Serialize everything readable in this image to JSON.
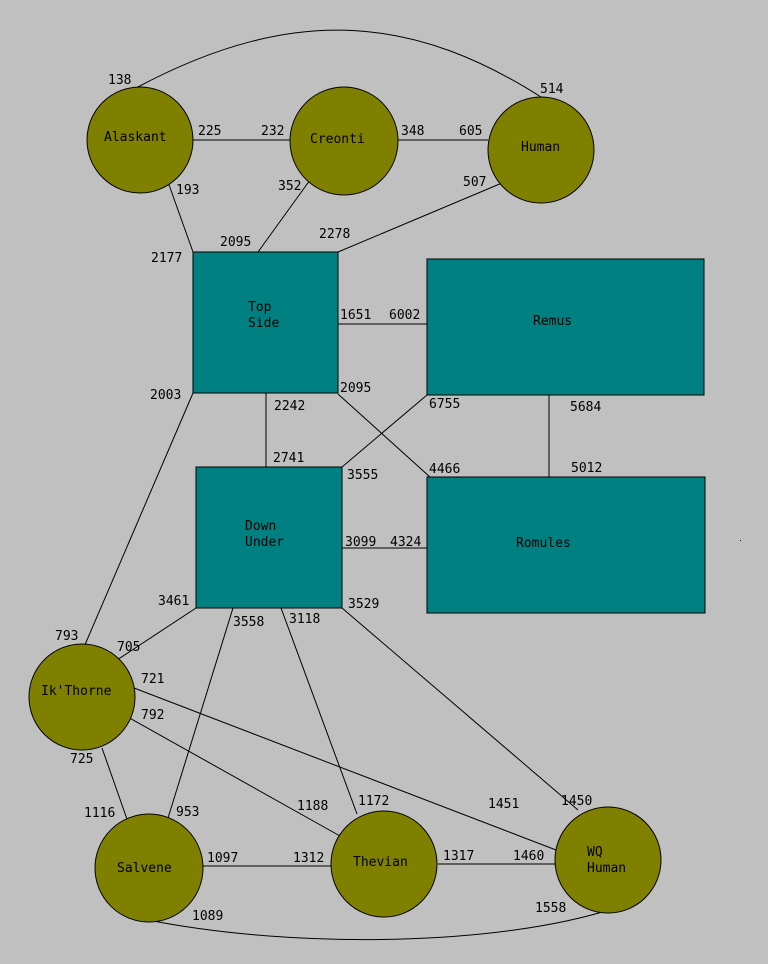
{
  "colors": {
    "background": "#c0c0c0",
    "circle_fill": "#808000",
    "rect_fill": "#008080",
    "line": "#000000"
  },
  "nodes": {
    "alaskant": "Alaskant",
    "creonti": "Creonti",
    "human": "Human",
    "topside": [
      "Top",
      "Side"
    ],
    "remus": "Remus",
    "downunder": [
      "Down",
      "Under"
    ],
    "romules": "Romules",
    "ikthorne": "Ik'Thorne",
    "salvene": "Salvene",
    "thevian": "Thevian",
    "wqhuman": [
      "WQ",
      "Human"
    ]
  },
  "edges": [
    {
      "id": "alaskant-human",
      "from": "Alaskant",
      "to": "Human",
      "labels": [
        "138",
        "514"
      ]
    },
    {
      "id": "alaskant-creonti",
      "from": "Alaskant",
      "to": "Creonti",
      "labels": [
        "225",
        "232"
      ]
    },
    {
      "id": "creonti-human",
      "from": "Creonti",
      "to": "Human",
      "labels": [
        "348",
        "605"
      ]
    },
    {
      "id": "alaskant-topside",
      "from": "Alaskant",
      "to": "Top Side",
      "labels": [
        "193",
        "2177"
      ]
    },
    {
      "id": "creonti-topside",
      "from": "Creonti",
      "to": "Top Side",
      "labels": [
        "352",
        "2095"
      ]
    },
    {
      "id": "human-topside",
      "from": "Human",
      "to": "Top Side",
      "labels": [
        "507",
        "2278"
      ]
    },
    {
      "id": "topside-remus",
      "from": "Top Side",
      "to": "Remus",
      "labels": [
        "1651",
        "6002"
      ]
    },
    {
      "id": "topside-romules",
      "from": "Top Side",
      "to": "Romules",
      "labels": [
        "2095",
        "4466"
      ]
    },
    {
      "id": "topside-downunder",
      "from": "Top Side",
      "to": "Down Under",
      "labels": [
        "2242",
        "2741"
      ]
    },
    {
      "id": "topside-ikthorne",
      "from": "Top Side",
      "to": "Ik'Thorne",
      "labels": [
        "2003",
        "793"
      ]
    },
    {
      "id": "remus-downunder",
      "from": "Remus",
      "to": "Down Under",
      "labels": [
        "6755",
        "3555"
      ]
    },
    {
      "id": "remus-romules",
      "from": "Remus",
      "to": "Romules",
      "labels": [
        "5684",
        "5012"
      ]
    },
    {
      "id": "downunder-romules",
      "from": "Down Under",
      "to": "Romules",
      "labels": [
        "3099",
        "4324"
      ]
    },
    {
      "id": "downunder-ikthorne",
      "from": "Down Under",
      "to": "Ik'Thorne",
      "labels": [
        "3461",
        "705"
      ]
    },
    {
      "id": "downunder-salvene",
      "from": "Down Under",
      "to": "Salvene",
      "labels": [
        "3558",
        "953"
      ]
    },
    {
      "id": "downunder-thevian",
      "from": "Down Under",
      "to": "Thevian",
      "labels": [
        "3118",
        "1172"
      ]
    },
    {
      "id": "downunder-wqhuman",
      "from": "Down Under",
      "to": "WQ Human",
      "labels": [
        "3529",
        "1450"
      ]
    },
    {
      "id": "ikthorne-wqhuman",
      "from": "Ik'Thorne",
      "to": "WQ Human",
      "labels": [
        "721",
        "1451"
      ]
    },
    {
      "id": "ikthorne-thevian",
      "from": "Ik'Thorne",
      "to": "Thevian",
      "labels": [
        "792",
        "1188"
      ]
    },
    {
      "id": "ikthorne-salvene",
      "from": "Ik'Thorne",
      "to": "Salvene",
      "labels": [
        "725",
        "1116"
      ]
    },
    {
      "id": "salvene-thevian",
      "from": "Salvene",
      "to": "Thevian",
      "labels": [
        "1097",
        "1312"
      ]
    },
    {
      "id": "thevian-wqhuman",
      "from": "Thevian",
      "to": "WQ Human",
      "labels": [
        "1317",
        "1460"
      ]
    },
    {
      "id": "salvene-wqhuman",
      "from": "Salvene",
      "to": "WQ Human",
      "labels": [
        "1089",
        "1558"
      ]
    }
  ]
}
